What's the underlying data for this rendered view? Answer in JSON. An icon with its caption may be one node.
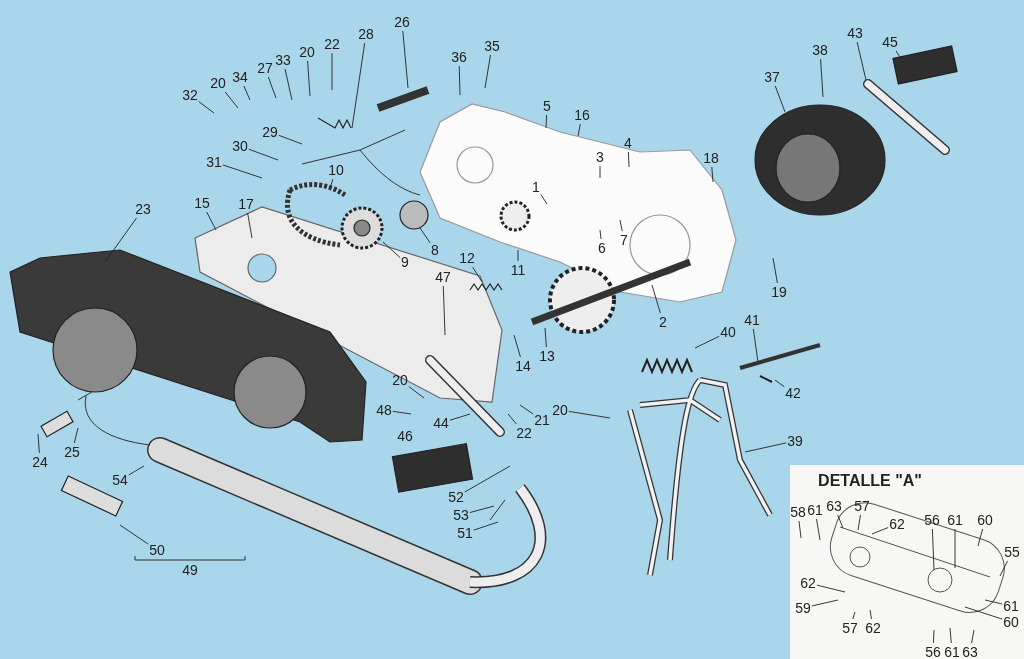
{
  "diagram": {
    "nodes": [
      {
        "text": [
          "32"
        ]
      },
      {
        "text": [
          "20"
        ]
      },
      {
        "text": [
          "34"
        ]
      },
      {
        "text": [
          "27"
        ]
      },
      {
        "text": [
          "33"
        ]
      },
      {
        "text": [
          "20"
        ]
      },
      {
        "text": [
          "22"
        ]
      },
      {
        "text": [
          "28"
        ]
      },
      {
        "text": [
          "26"
        ]
      },
      {
        "text": [
          "36"
        ]
      },
      {
        "text": [
          "35"
        ]
      },
      {
        "text": [
          "29"
        ]
      },
      {
        "text": [
          "30"
        ]
      },
      {
        "text": [
          "31"
        ]
      },
      {
        "text": [
          "45"
        ]
      },
      {
        "text": [
          "43"
        ]
      },
      {
        "text": [
          "38"
        ]
      },
      {
        "text": [
          "37"
        ]
      },
      {
        "text": [
          "5"
        ]
      },
      {
        "text": [
          "16"
        ]
      },
      {
        "text": [
          "3"
        ]
      },
      {
        "text": [
          "4"
        ]
      },
      {
        "text": [
          "18"
        ]
      },
      {
        "text": [
          "1"
        ]
      },
      {
        "text": [
          "10"
        ]
      },
      {
        "text": [
          "15"
        ]
      },
      {
        "text": [
          "17"
        ]
      },
      {
        "text": [
          "23"
        ]
      },
      {
        "text": [
          "8"
        ]
      },
      {
        "text": [
          "9"
        ]
      },
      {
        "text": [
          "11"
        ]
      },
      {
        "text": [
          "12"
        ]
      },
      {
        "text": [
          "6"
        ]
      },
      {
        "text": [
          "7"
        ]
      },
      {
        "text": [
          "47"
        ]
      },
      {
        "text": [
          "2"
        ]
      },
      {
        "text": [
          "19"
        ]
      },
      {
        "text": [
          "13"
        ]
      },
      {
        "text": [
          "14"
        ]
      },
      {
        "text": [
          "40"
        ]
      },
      {
        "text": [
          "41"
        ]
      },
      {
        "text": [
          "42"
        ]
      },
      {
        "text": [
          "20"
        ]
      },
      {
        "text": [
          "48"
        ]
      },
      {
        "text": [
          "44"
        ]
      },
      {
        "text": [
          "22"
        ]
      },
      {
        "text": [
          "21"
        ]
      },
      {
        "text": [
          "20"
        ]
      },
      {
        "text": [
          "39"
        ]
      },
      {
        "text": [
          "24"
        ]
      },
      {
        "text": [
          "25"
        ]
      },
      {
        "text": [
          "54"
        ]
      },
      {
        "text": [
          "52"
        ]
      },
      {
        "text": [
          "53"
        ]
      },
      {
        "text": [
          "51"
        ]
      },
      {
        "text": [
          "50"
        ]
      },
      {
        "text": [
          "DETALLE \"A\""
        ]
      },
      {
        "text": [
          "58"
        ],
        "in": 56
      },
      {
        "text": [
          "61"
        ],
        "in": 56
      },
      {
        "text": [
          "63"
        ],
        "in": 56
      },
      {
        "text": [
          "57"
        ],
        "in": 56
      },
      {
        "text": [
          "62"
        ],
        "in": 56
      },
      {
        "text": [
          "56"
        ],
        "in": 56
      },
      {
        "text": [
          "61"
        ],
        "in": 56
      },
      {
        "text": [
          "60"
        ],
        "in": 56
      },
      {
        "text": [
          "55"
        ],
        "in": 56
      },
      {
        "text": [
          "62"
        ],
        "in": 56
      },
      {
        "text": [
          "59"
        ],
        "in": 56
      },
      {
        "text": [
          "57"
        ],
        "in": 56
      },
      {
        "text": [
          "62"
        ],
        "in": 56
      },
      {
        "text": [
          "61"
        ],
        "in": 56
      },
      {
        "text": [
          "60"
        ],
        "in": 56
      },
      {
        "text": [
          "56"
        ],
        "in": 56
      },
      {
        "text": [
          "61"
        ],
        "in": 56
      },
      {
        "text": [
          "63"
        ],
        "in": 56
      }
    ],
    "edges": [
      {
        "from": 0,
        "to": null,
        "arrow": "none"
      },
      {
        "from": 1,
        "to": null,
        "arrow": "none"
      },
      {
        "from": 2,
        "to": null,
        "arrow": "none"
      },
      {
        "from": 3,
        "to": null,
        "arrow": "none"
      },
      {
        "from": 4,
        "to": null,
        "arrow": "none"
      },
      {
        "from": 5,
        "to": null,
        "arrow": "none"
      },
      {
        "from": 6,
        "to": null,
        "arrow": "none"
      },
      {
        "from": 7,
        "to": null,
        "arrow": "none"
      },
      {
        "from": 8,
        "to": null,
        "arrow": "none"
      },
      {
        "from": 9,
        "to": null,
        "arrow": "none"
      },
      {
        "from": 10,
        "to": null,
        "arrow": "none"
      },
      {
        "from": 11,
        "to": null,
        "arrow": "none"
      },
      {
        "from": 12,
        "to": null,
        "arrow": "none"
      },
      {
        "from": 13,
        "to": null,
        "arrow": "none"
      },
      {
        "from": 14,
        "to": null,
        "arrow": "none"
      },
      {
        "from": 15,
        "to": null,
        "arrow": "none"
      },
      {
        "from": 16,
        "to": null,
        "arrow": "none"
      },
      {
        "from": 17,
        "to": null,
        "arrow": "none"
      },
      {
        "from": 18,
        "to": null,
        "arrow": "none"
      },
      {
        "from": 19,
        "to": null,
        "arrow": "none"
      },
      {
        "from": 20,
        "to": null,
        "arrow": "none"
      },
      {
        "from": 21,
        "to": null,
        "arrow": "none"
      },
      {
        "from": 22,
        "to": null,
        "arrow": "none"
      },
      {
        "from": 23,
        "to": null,
        "arrow": "none"
      },
      {
        "from": 24,
        "to": null,
        "arrow": "none"
      },
      {
        "from": 25,
        "to": null,
        "arrow": "none"
      },
      {
        "from": 26,
        "to": null,
        "arrow": "none"
      },
      {
        "from": 27,
        "to": null,
        "arrow": "none"
      },
      {
        "from": 28,
        "to": null,
        "arrow": "none"
      },
      {
        "from": 29,
        "to": null,
        "arrow": "none"
      },
      {
        "from": 30,
        "to": null,
        "arrow": "none"
      },
      {
        "from": 31,
        "to": null,
        "arrow": "none"
      },
      {
        "from": 32,
        "to": null,
        "arrow": "none"
      },
      {
        "from": 33,
        "to": null,
        "arrow": "none"
      },
      {
        "from": 34,
        "to": null,
        "arrow": "none"
      },
      {
        "from": 35,
        "to": null,
        "arrow": "none"
      },
      {
        "from": 36,
        "to": null,
        "arrow": "none"
      },
      {
        "from": 37,
        "to": null,
        "arrow": "none"
      },
      {
        "from": 38,
        "to": null,
        "arrow": "none"
      },
      {
        "from": 39,
        "to": null,
        "arrow": "none"
      },
      {
        "from": 40,
        "to": null,
        "arrow": "none"
      },
      {
        "from": 41,
        "to": null,
        "arrow": "none"
      },
      {
        "from": 42,
        "to": null,
        "arrow": "none"
      },
      {
        "from": 43,
        "to": null,
        "arrow": "none"
      },
      {
        "from": 44,
        "to": null,
        "arrow": "none"
      },
      {
        "from": 45,
        "to": null,
        "arrow": "none"
      },
      {
        "from": 46,
        "to": null,
        "arrow": "none"
      },
      {
        "from": 47,
        "to": null,
        "arrow": "none"
      },
      {
        "from": 48,
        "to": null,
        "arrow": "none"
      },
      {
        "from": 49,
        "to": null,
        "arrow": "none"
      },
      {
        "from": 50,
        "to": null,
        "arrow": "none"
      },
      {
        "from": 51,
        "to": null,
        "arrow": "none"
      },
      {
        "from": 52,
        "to": null,
        "arrow": "none"
      },
      {
        "from": 53,
        "to": null,
        "arrow": "none"
      },
      {
        "from": 54,
        "to": null,
        "arrow": "none"
      },
      {
        "from": 55,
        "to": null,
        "arrow": "none"
      },
      {
        "from": 57,
        "to": null,
        "arrow": "none"
      },
      {
        "from": 58,
        "to": null,
        "arrow": "none"
      },
      {
        "from": 59,
        "to": null,
        "arrow": "none"
      },
      {
        "from": 60,
        "to": null,
        "arrow": "none"
      },
      {
        "from": 61,
        "to": null,
        "arrow": "none"
      },
      {
        "from": 62,
        "to": null,
        "arrow": "none"
      },
      {
        "from": 63,
        "to": null,
        "arrow": "none"
      },
      {
        "from": 64,
        "to": null,
        "arrow": "none"
      },
      {
        "from": 65,
        "to": null,
        "arrow": "none"
      },
      {
        "from": 66,
        "to": null,
        "arrow": "none"
      },
      {
        "from": 67,
        "to": null,
        "arrow": "none"
      },
      {
        "from": 68,
        "to": null,
        "arrow": "none"
      },
      {
        "from": 69,
        "to": null,
        "arrow": "none"
      },
      {
        "from": 70,
        "to": null,
        "arrow": "none"
      },
      {
        "from": 71,
        "to": null,
        "arrow": "none"
      },
      {
        "from": 72,
        "to": null,
        "arrow": "none"
      },
      {
        "from": 73,
        "to": null,
        "arrow": "none"
      },
      {
        "from": 74,
        "to": null,
        "arrow": "none"
      }
    ],
    "labels": [
      "46",
      "49"
    ]
  }
}
